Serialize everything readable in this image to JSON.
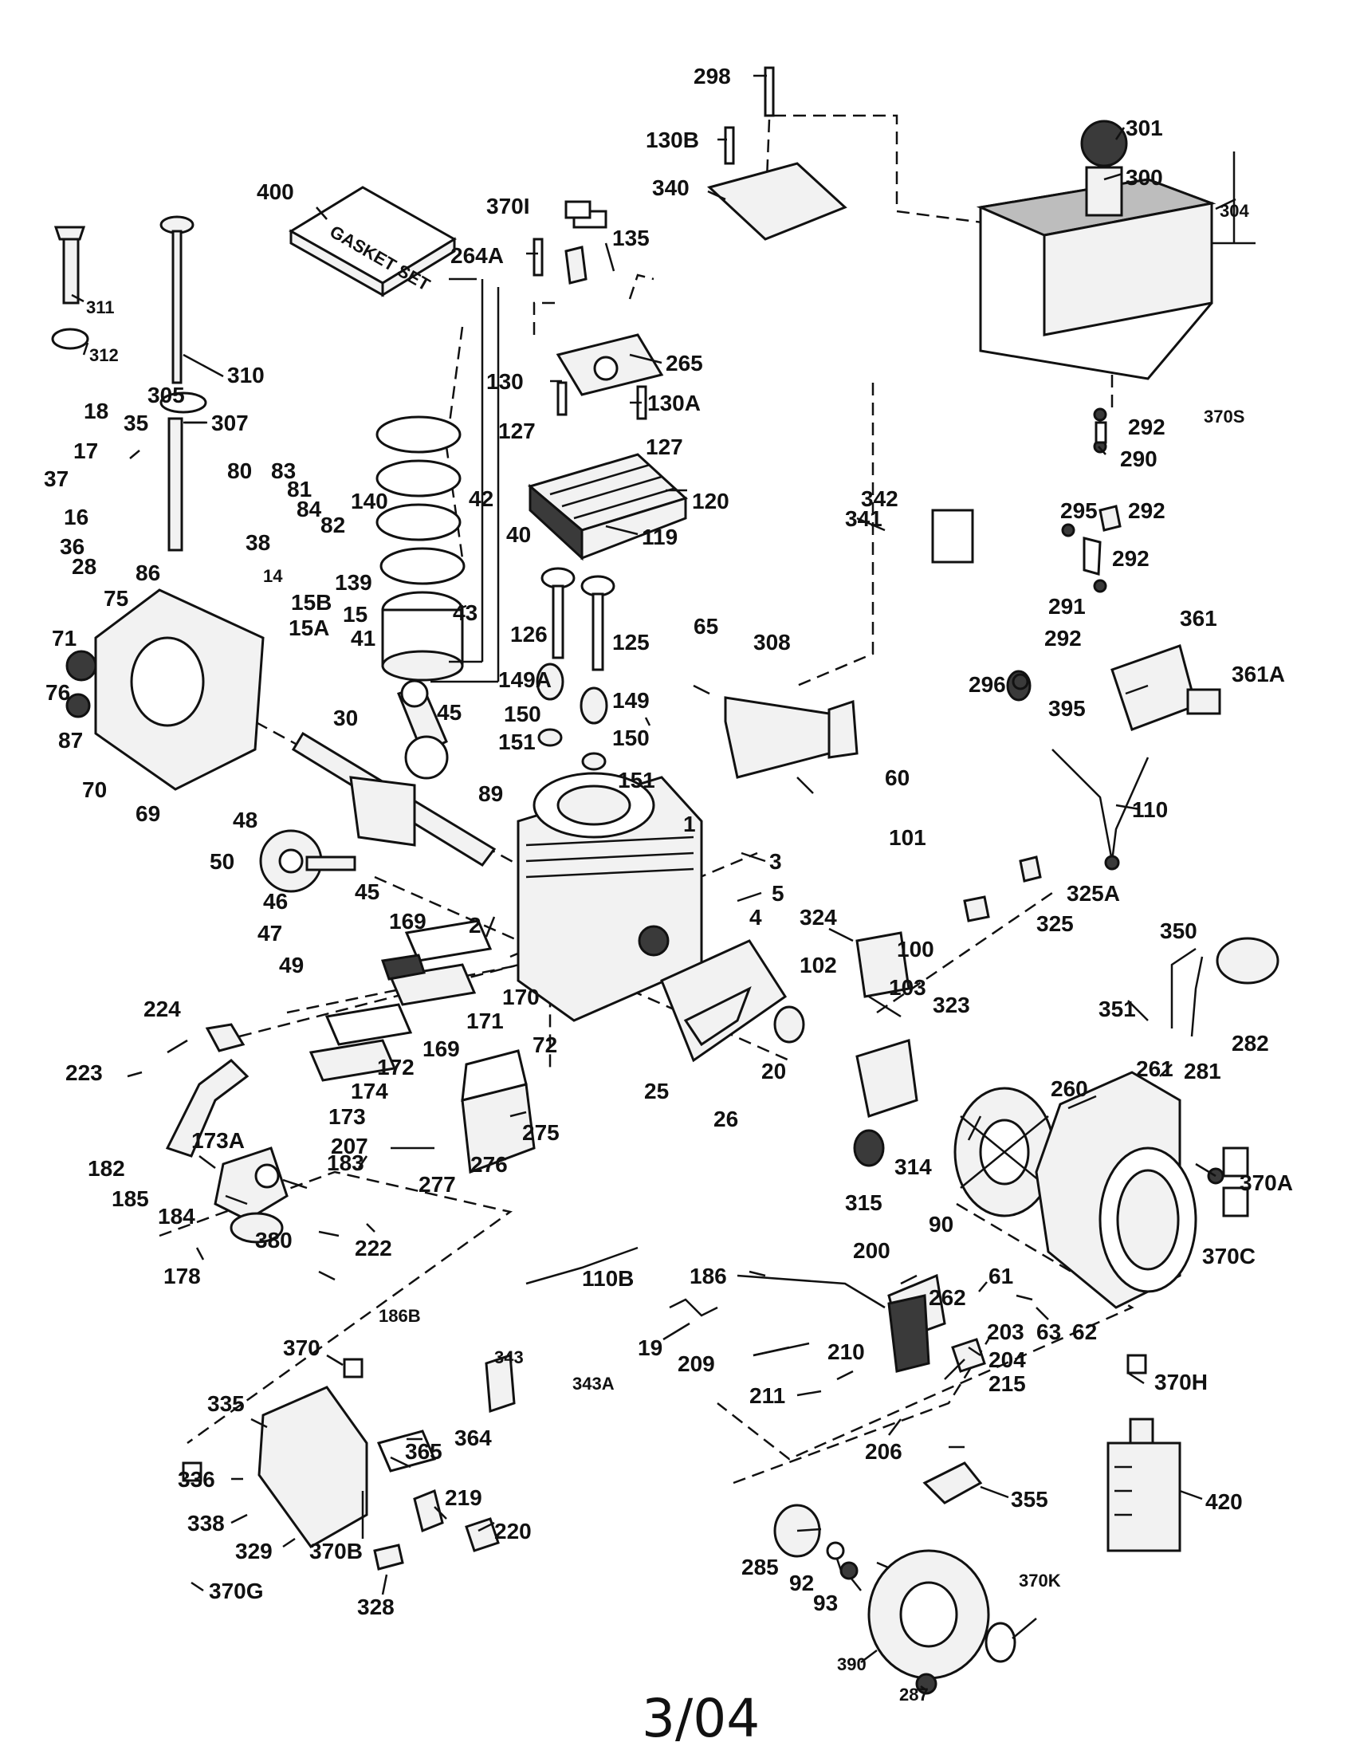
{
  "diagram": {
    "footer_date": "3/04",
    "gasket_box_text": "GASKET SET",
    "callouts": {
      "c298": "298",
      "c130B": "130B",
      "c340": "340",
      "c370I": "370I",
      "c135": "135",
      "c264A": "264A",
      "c400": "400",
      "c301": "301",
      "c300": "300",
      "c304": "304",
      "c311": "311",
      "c312": "312",
      "c310": "310",
      "c265": "265",
      "c130": "130",
      "c130A": "130A",
      "c305": "305",
      "c307": "307",
      "c370S": "370S",
      "c18": "18",
      "c35": "35",
      "c127a": "127",
      "c127b": "127",
      "c42": "42",
      "c292a": "292",
      "c290": "290",
      "c17": "17",
      "c37": "37",
      "c80": "80",
      "c83": "83",
      "c81": "81",
      "c84": "84",
      "c140": "140",
      "c120": "120",
      "c292b": "292",
      "c16": "16",
      "c36": "36",
      "c82": "82",
      "c40": "40",
      "c119": "119",
      "c341": "341",
      "c342": "342",
      "c295": "295",
      "c292c": "292",
      "c38": "38",
      "c139": "139",
      "c28": "28",
      "c86": "86",
      "c14": "14",
      "c15B": "15B",
      "c75": "75",
      "c15": "15",
      "c15A": "15A",
      "c43": "43",
      "c41": "41",
      "c71": "71",
      "c126": "126",
      "c125": "125",
      "c65": "65",
      "c308": "308",
      "c291": "291",
      "c292d": "292",
      "c361": "361",
      "c361A": "361A",
      "c76": "76",
      "c149A": "149A",
      "c149": "149",
      "c30": "30",
      "c45a": "45",
      "c296": "296",
      "c395": "395",
      "c87": "87",
      "c150a": "150",
      "c150b": "150",
      "c151a": "151",
      "c151b": "151",
      "c60": "60",
      "c70": "70",
      "c69": "69",
      "c48": "48",
      "c89": "89",
      "c1": "1",
      "c110": "110",
      "c50": "50",
      "c3": "3",
      "c45b": "45",
      "c325A": "325A",
      "c46": "46",
      "c5": "5",
      "c101": "101",
      "c47": "47",
      "c2": "2",
      "c4": "4",
      "c324": "324",
      "c325": "325",
      "c169a": "169",
      "c350": "350",
      "c49": "49",
      "c100": "100",
      "c102": "102",
      "c170": "170",
      "c103": "103",
      "c224": "224",
      "c171": "171",
      "c323": "323",
      "c351": "351",
      "c72": "72",
      "c169b": "169",
      "c282": "282",
      "c261": "261",
      "c281": "281",
      "c223": "223",
      "c172": "172",
      "c20": "20",
      "c25": "25",
      "c260": "260",
      "c174": "174",
      "c173": "173",
      "c26": "26",
      "c173A": "173A",
      "c207": "207",
      "c182": "182",
      "c275": "275",
      "c314": "314",
      "c370A": "370A",
      "c185": "185",
      "c183": "183",
      "c276": "276",
      "c184": "184",
      "c277": "277",
      "c315": "315",
      "c90": "90",
      "c370C": "370C",
      "c380": "380",
      "c222": "222",
      "c178": "178",
      "c110B": "110B",
      "c200": "200",
      "c186": "186",
      "c61": "61",
      "c262": "262",
      "c186B": "186B",
      "c203": "203",
      "c63": "63",
      "c62": "62",
      "c19": "19",
      "c210": "210",
      "c204": "204",
      "c370": "370",
      "c209": "209",
      "c343": "343",
      "c343A": "343A",
      "c370H": "370H",
      "c215": "215",
      "c211": "211",
      "c335": "335",
      "c364": "364",
      "c365": "365",
      "c206": "206",
      "c336": "336",
      "c219": "219",
      "c355": "355",
      "c420": "420",
      "c338": "338",
      "c220": "220",
      "c329": "329",
      "c370B": "370B",
      "c285": "285",
      "c92": "92",
      "c370G": "370G",
      "c328": "328",
      "c93": "93",
      "c370K": "370K",
      "c390": "390",
      "c287": "287"
    }
  }
}
